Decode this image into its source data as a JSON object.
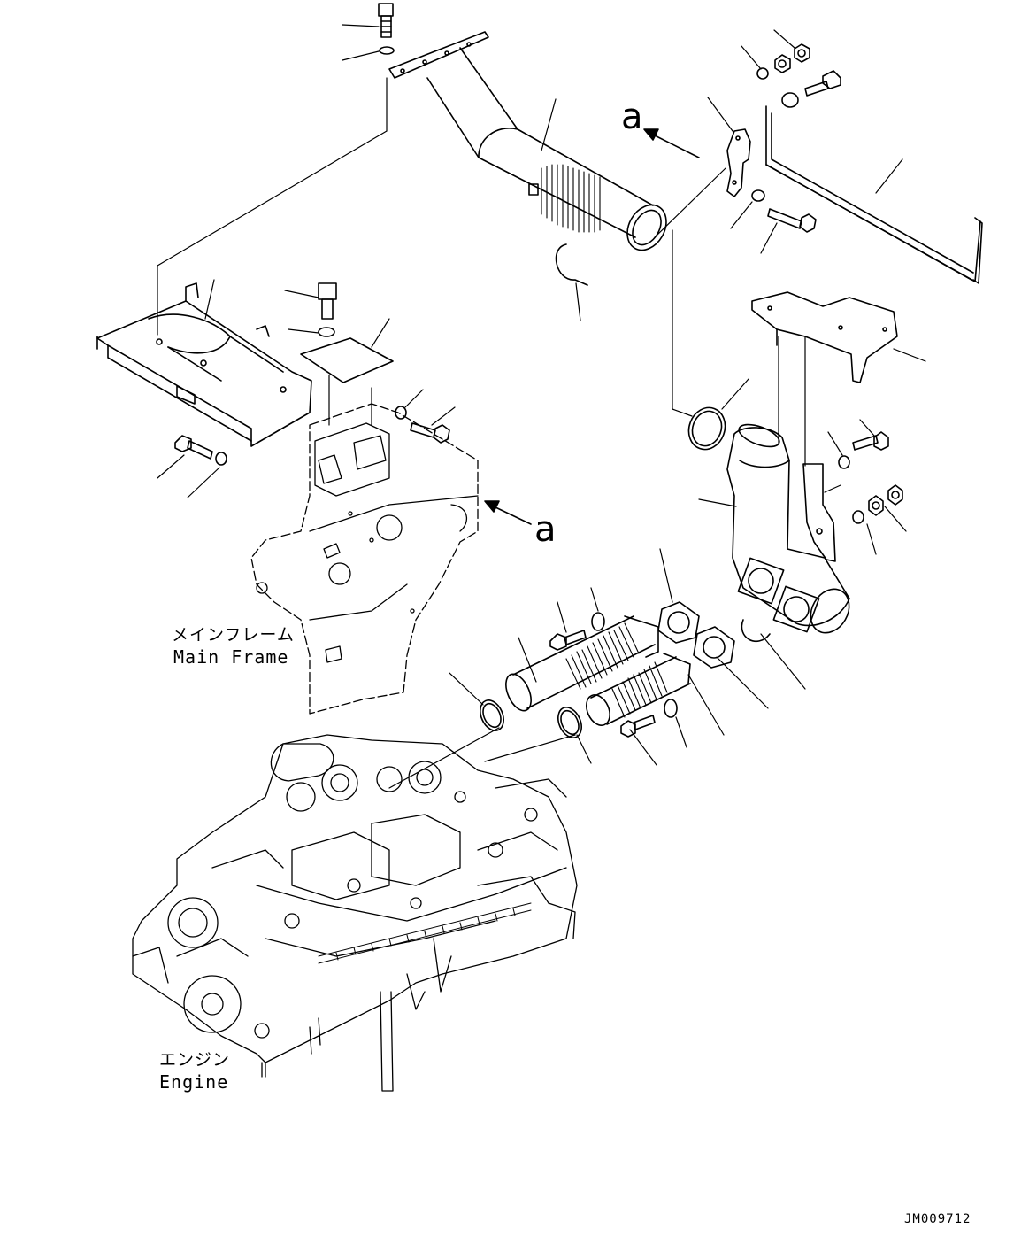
{
  "labels": {
    "main_frame_jp": "メインフレーム",
    "main_frame_en": "Main Frame",
    "engine_jp": "エンジン",
    "engine_en": "Engine",
    "view_arrow_top": "a",
    "view_arrow_mid": "a",
    "drawing_code": "JM009712"
  }
}
